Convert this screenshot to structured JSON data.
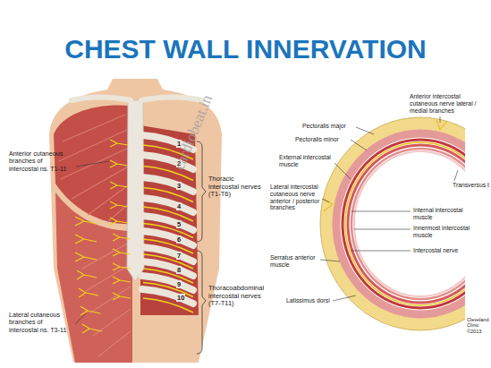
{
  "diagram": {
    "title": "CHEST WALL INNERVATION",
    "labels": [
      "Anterior cutaneous branches of intercostal ns. T1-11",
      "Lateral cutaneous branches of intercostal ns. T3-11",
      "Thoracic intercostal nerves (T1-T6)",
      "Thoracoabdominal intercostal nerves (T7-T11)",
      "1",
      "2",
      "3",
      "4",
      "5",
      "6",
      "7",
      "8",
      "9",
      "10",
      "cardiobeat.in",
      "Anterior intercostal cutaneous nerve lateral / medial branches",
      "Pectoralis major",
      "Pectoralis minor",
      "Transversus t",
      "External intercostal muscle",
      "Internal intercostal muscle",
      "Innermost intercostal muscle",
      "Lateral intercostal cutaneous nerve anterior / posterior branches",
      "Intercostal nerve",
      "Serratus anterior muscle",
      "Latissimus dorsi",
      "Cleveland Clinic ©2013"
    ]
  }
}
